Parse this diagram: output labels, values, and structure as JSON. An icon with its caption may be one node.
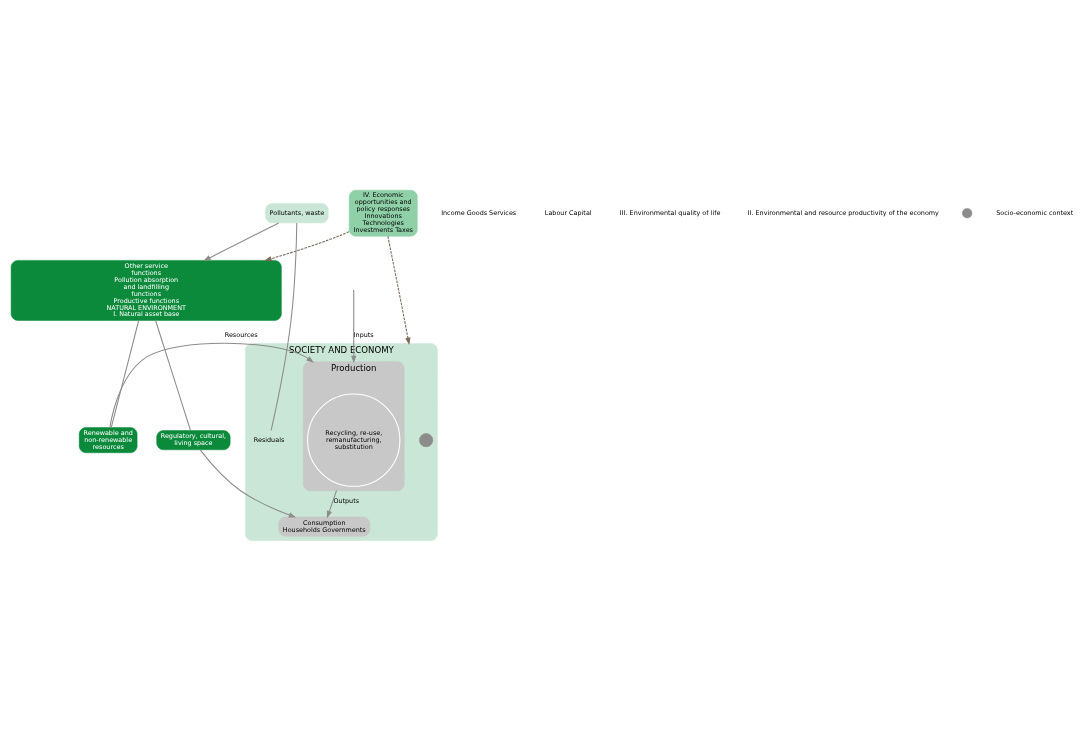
{
  "diagram": {
    "nodes": [
      {
        "text": [
          "SOCIETY AND ECONOMY"
        ]
      },
      {
        "text": [],
        "shape": "circle",
        "in": 0
      },
      {
        "text": [
          "Consumption",
          "Households Governments"
        ],
        "in": 0
      },
      {
        "text": [
          "Production"
        ],
        "in": 0
      },
      {
        "text": [
          "Recycling, re-use, remanufacturing, substitution"
        ],
        "in": 3
      },
      {
        "text": [
          "Residuals"
        ],
        "in": 0
      },
      {
        "text": [
          "IV. Economic opportunities and policy responses",
          "Innovations Technologies Investments Taxes"
        ]
      },
      {
        "text": [
          "Regulatory, cultural, living space"
        ]
      },
      {
        "text": [
          "Pollutants, waste"
        ]
      },
      {
        "text": [
          "Renewable and non-renewable resources"
        ]
      },
      {
        "text": [
          "Other service functions",
          "Pollution absorption and landfilling functions",
          "Productive functions",
          "NATURAL ENVIRONMENT",
          "I. Natural asset base"
        ]
      }
    ],
    "edges": [
      {
        "from": 3,
        "to": 2,
        "arrow": "to",
        "label": "Outputs"
      },
      {
        "from": null,
        "to": 3,
        "arrow": "to",
        "label": "Inputs"
      },
      {
        "from": 5,
        "to": 8,
        "arrow": "none"
      },
      {
        "from": 8,
        "to": 10,
        "arrow": "to"
      },
      {
        "from": 10,
        "to": 9,
        "arrow": "none"
      },
      {
        "from": 9,
        "to": 3,
        "arrow": "to",
        "label": "Resources"
      },
      {
        "from": 10,
        "to": 7,
        "arrow": "none"
      },
      {
        "from": 7,
        "to": 2,
        "arrow": "to"
      },
      {
        "from": 6,
        "to": 0,
        "arrow": "to",
        "style": "dashed",
        "color": "#7a6a58"
      },
      {
        "from": 6,
        "to": 10,
        "arrow": "to",
        "style": "dashed",
        "color": "#7a6a58"
      }
    ],
    "labels": [
      "Income Goods Services",
      "Labour Capital",
      "III. Environmental quality of life",
      "II. Environmental and resource productivity of the economy"
    ],
    "legend": [
      {
        "text": "Socio-economic context",
        "color": "#8c8c8c"
      }
    ]
  }
}
